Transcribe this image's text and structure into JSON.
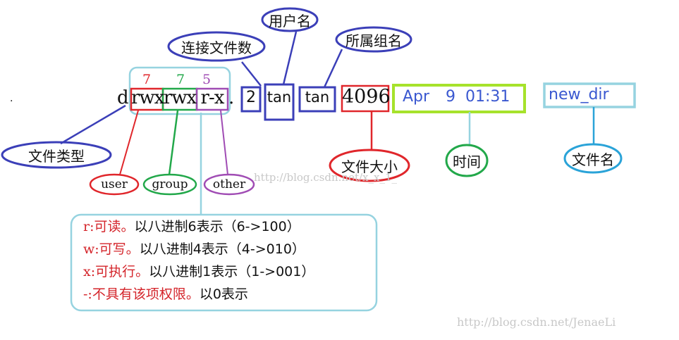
{
  "listing": {
    "dot": ".",
    "type_char": "d",
    "user_perm": "rwx",
    "group_perm": "rwx",
    "other_perm": "r-x",
    "trailing": ".",
    "links": "2",
    "owner": "tan",
    "group": "tan",
    "size": "4096",
    "date_month": "Apr",
    "date_day": "9",
    "date_time": "01:31",
    "filename": "new_dir"
  },
  "octal": {
    "user": "7",
    "group": "7",
    "other": "5"
  },
  "labels": {
    "file_type": "文件类型",
    "user": "user",
    "group": "group",
    "other": "other",
    "link_count": "连接文件数",
    "username": "用户名",
    "group_name": "所属组名",
    "file_size": "文件大小",
    "time": "时间",
    "file_name": "文件名"
  },
  "legend": [
    {
      "key": "r:",
      "desc": "可读。",
      "rest": "以八进制6表示（6->100）"
    },
    {
      "key": "w:",
      "desc": "可写。",
      "rest": "以八进制4表示（4->010）"
    },
    {
      "key": "x:",
      "desc": "可执行。",
      "rest": "以八进制1表示（1->001）"
    },
    {
      "key": "-:",
      "desc": "不具有该项权限。",
      "rest": "以0表示"
    }
  ],
  "watermarks": {
    "center": "http://blog.csdn.net/x_x_1_",
    "corner": "http://blog.csdn.net/JenaeLi"
  },
  "colors": {
    "red": "#e0262b",
    "green": "#22a84a",
    "purple": "#a04cb4",
    "navy": "#3b3fb8",
    "lime": "#a6e22b",
    "cyan": "#96d3e0",
    "blue_text": "#3a58d0"
  }
}
